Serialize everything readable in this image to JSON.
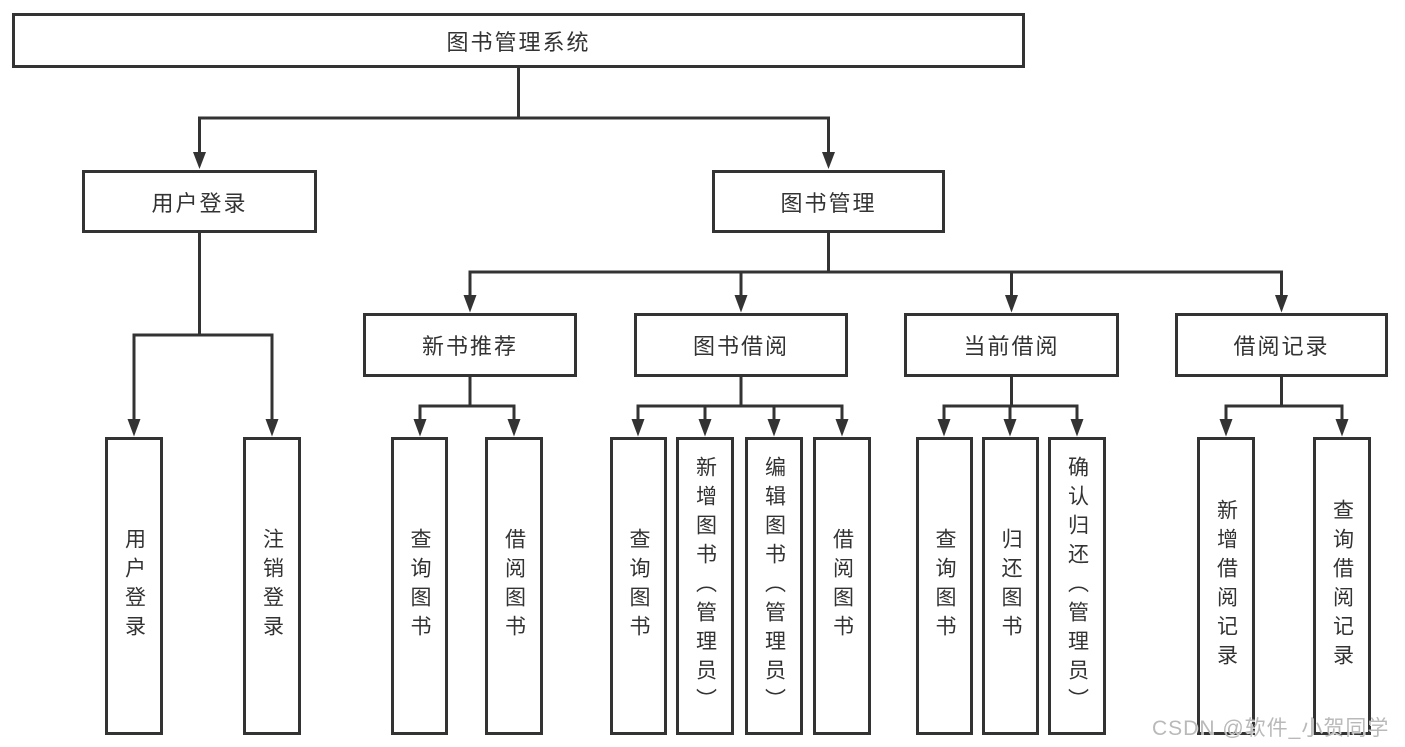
{
  "colors": {
    "line": "#333333",
    "text": "#333333",
    "background": "#ffffff",
    "watermark": "#b9b9b9"
  },
  "tree": {
    "root": {
      "label": "图书管理系统"
    },
    "level2": [
      {
        "label": "用户登录"
      },
      {
        "label": "图书管理"
      }
    ],
    "level3": [
      {
        "label": "新书推荐"
      },
      {
        "label": "图书借阅"
      },
      {
        "label": "当前借阅"
      },
      {
        "label": "借阅记录"
      }
    ],
    "leaves": {
      "user_login": [
        {
          "label": "用户登录"
        },
        {
          "label": "注销登录"
        }
      ],
      "new_book": [
        {
          "label": "查询图书"
        },
        {
          "label": "借阅图书"
        }
      ],
      "borrow": [
        {
          "label": "查询图书"
        },
        {
          "label": "新增图书（管理员）"
        },
        {
          "label": "编辑图书（管理员）"
        },
        {
          "label": "借阅图书"
        }
      ],
      "current": [
        {
          "label": "查询图书"
        },
        {
          "label": "归还图书"
        },
        {
          "label": "确认归还（管理员）"
        }
      ],
      "record": [
        {
          "label": "新增借阅记录"
        },
        {
          "label": "查询借阅记录"
        }
      ]
    }
  },
  "watermark": {
    "text": "CSDN @软件_小贺同学"
  }
}
